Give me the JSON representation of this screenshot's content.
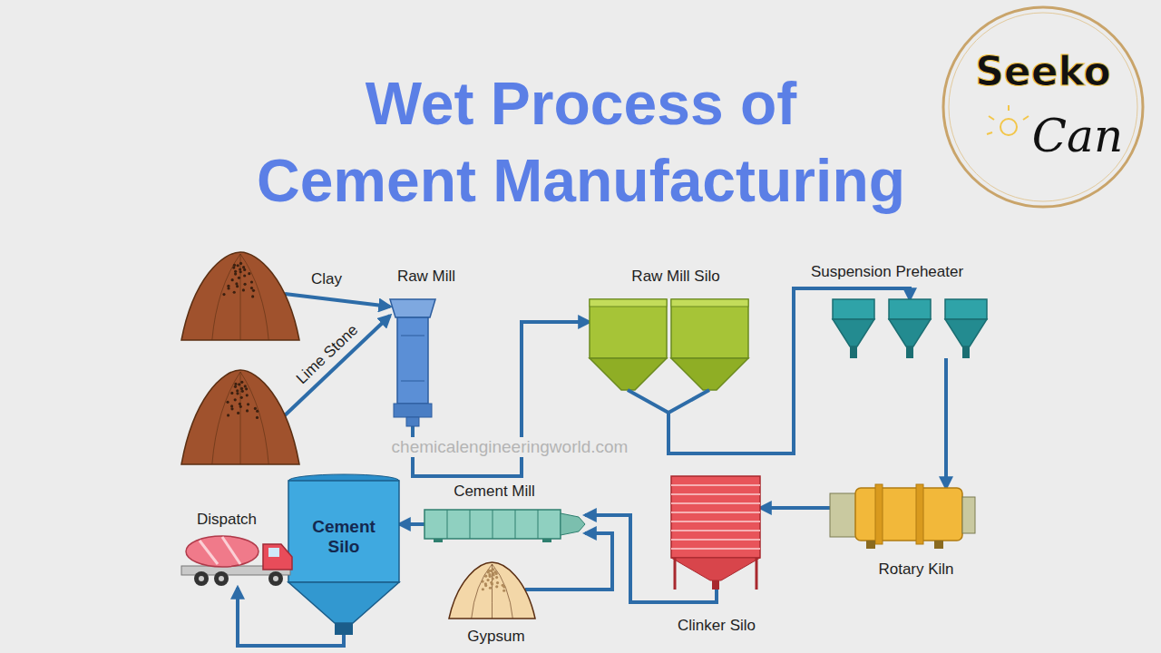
{
  "diagram": {
    "title": "Wet Process of Cement Manufacturing",
    "nodes": [
      {
        "text": [
          "Clay"
        ]
      },
      {
        "text": [
          "Lime Stone"
        ]
      },
      {
        "text": [
          "Raw Mill"
        ]
      },
      {
        "text": [
          "Raw Mill Silo"
        ]
      },
      {
        "text": [
          "Suspension Preheater"
        ]
      },
      {
        "text": [
          "Rotary Kiln"
        ]
      },
      {
        "text": [
          "Clinker Silo"
        ]
      },
      {
        "text": [
          "Cement Mill"
        ]
      },
      {
        "text": [
          "Cement Silo"
        ]
      },
      {
        "text": [
          "Dispatch"
        ]
      },
      {
        "text": [
          "Gypsum"
        ]
      }
    ],
    "edges": [
      {
        "from": 0,
        "to": 2,
        "arrow": "to"
      },
      {
        "from": 1,
        "to": 2,
        "arrow": "to"
      },
      {
        "from": 2,
        "to": 3,
        "arrow": "to"
      },
      {
        "from": 3,
        "to": 4,
        "arrow": "to"
      },
      {
        "from": 4,
        "to": 5,
        "arrow": "to"
      },
      {
        "from": 5,
        "to": 6,
        "arrow": "to"
      },
      {
        "from": 6,
        "to": 7,
        "arrow": "to"
      },
      {
        "from": 10,
        "to": 7,
        "arrow": "to"
      },
      {
        "from": 7,
        "to": 8,
        "arrow": "to"
      },
      {
        "from": 8,
        "to": 9,
        "arrow": "to"
      }
    ],
    "labels": [
      "Seeko",
      "Can",
      "chemicalengineeringworld.com"
    ]
  }
}
